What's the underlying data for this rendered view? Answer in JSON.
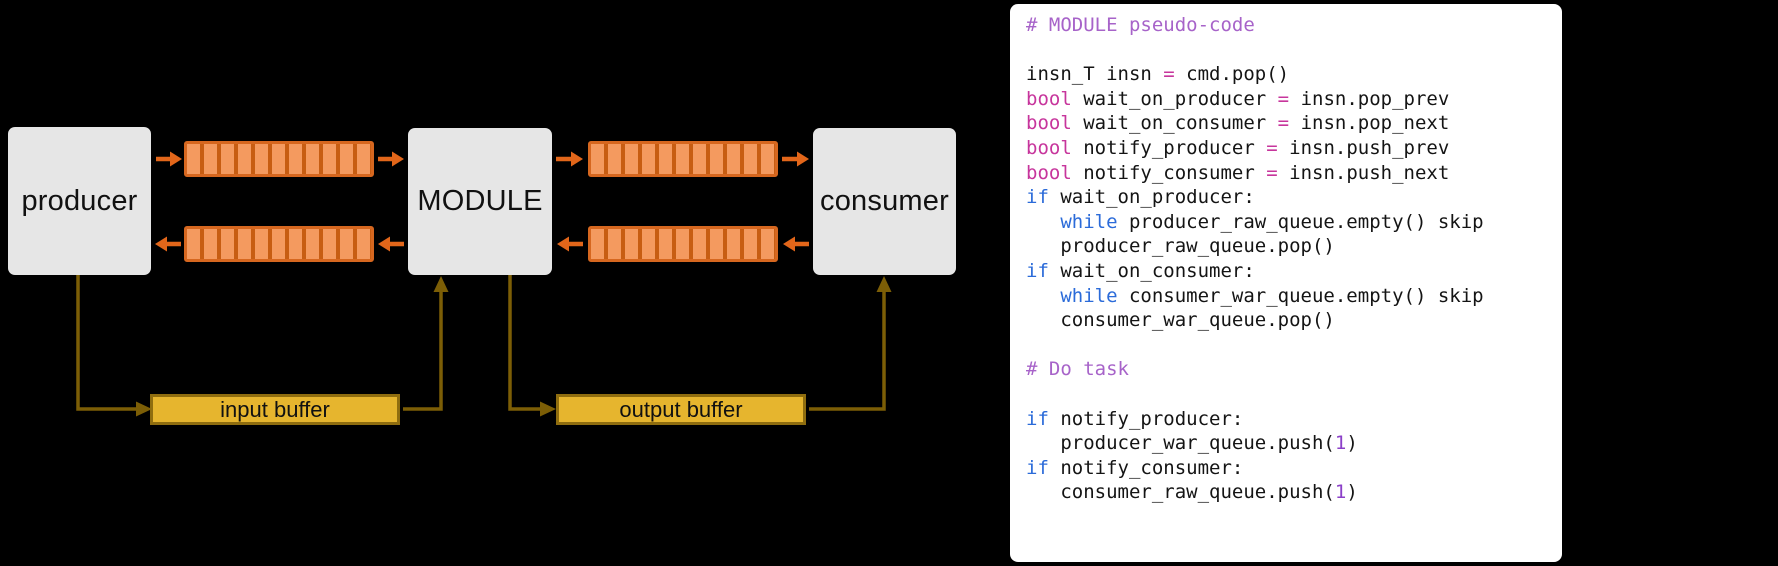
{
  "diagram": {
    "nodes": {
      "producer": "producer",
      "module": "MODULE",
      "consumer": "consumer"
    },
    "buffers": {
      "input": "input buffer",
      "output": "output buffer"
    },
    "queues": [
      {
        "name": "producer-to-module-queue",
        "direction": "right"
      },
      {
        "name": "module-to-producer-queue",
        "direction": "left"
      },
      {
        "name": "module-to-consumer-queue",
        "direction": "right"
      },
      {
        "name": "consumer-to-module-queue",
        "direction": "left"
      }
    ],
    "colors": {
      "node_fill": "#E6E6E6",
      "queue_fill": "#F49A5F",
      "queue_stripe": "#C75D12",
      "queue_border": "#D6671F",
      "arrow_orange": "#E2661A",
      "buffer_fill": "#E6B52E",
      "buffer_border": "#8F6D0F",
      "buffer_path": "#7C5E06"
    }
  },
  "code_panel": {
    "colors": {
      "comment": "#A763C9",
      "keyword": "#2B6BD9",
      "decl": "#C7359C",
      "number": "#8B3FC8",
      "plain": "#141414"
    },
    "lines": [
      [
        {
          "t": "# MODULE pseudo-code",
          "c": "comment"
        }
      ],
      [],
      [
        {
          "t": "insn_T insn ",
          "c": "plain"
        },
        {
          "t": "=",
          "c": "decl"
        },
        {
          "t": " cmd.pop()",
          "c": "plain"
        }
      ],
      [
        {
          "t": "bool",
          "c": "decl"
        },
        {
          "t": " wait_on_producer ",
          "c": "plain"
        },
        {
          "t": "=",
          "c": "decl"
        },
        {
          "t": " insn.pop_prev",
          "c": "plain"
        }
      ],
      [
        {
          "t": "bool",
          "c": "decl"
        },
        {
          "t": " wait_on_consumer ",
          "c": "plain"
        },
        {
          "t": "=",
          "c": "decl"
        },
        {
          "t": " insn.pop_next",
          "c": "plain"
        }
      ],
      [
        {
          "t": "bool",
          "c": "decl"
        },
        {
          "t": " notify_producer ",
          "c": "plain"
        },
        {
          "t": "=",
          "c": "decl"
        },
        {
          "t": " insn.push_prev",
          "c": "plain"
        }
      ],
      [
        {
          "t": "bool",
          "c": "decl"
        },
        {
          "t": " notify_consumer ",
          "c": "plain"
        },
        {
          "t": "=",
          "c": "decl"
        },
        {
          "t": " insn.push_next",
          "c": "plain"
        }
      ],
      [
        {
          "t": "if",
          "c": "keyword"
        },
        {
          "t": " wait_on_producer:",
          "c": "plain"
        }
      ],
      [
        {
          "t": "   ",
          "c": "plain"
        },
        {
          "t": "while",
          "c": "keyword"
        },
        {
          "t": " producer_raw_queue.empty() skip",
          "c": "plain"
        }
      ],
      [
        {
          "t": "   producer_raw_queue.pop()",
          "c": "plain"
        }
      ],
      [
        {
          "t": "if",
          "c": "keyword"
        },
        {
          "t": " wait_on_consumer:",
          "c": "plain"
        }
      ],
      [
        {
          "t": "   ",
          "c": "plain"
        },
        {
          "t": "while",
          "c": "keyword"
        },
        {
          "t": " consumer_war_queue.empty() skip",
          "c": "plain"
        }
      ],
      [
        {
          "t": "   consumer_war_queue.pop()",
          "c": "plain"
        }
      ],
      [],
      [
        {
          "t": "# Do task",
          "c": "comment"
        }
      ],
      [],
      [
        {
          "t": "if",
          "c": "keyword"
        },
        {
          "t": " notify_producer:",
          "c": "plain"
        }
      ],
      [
        {
          "t": "   producer_war_queue.push(",
          "c": "plain"
        },
        {
          "t": "1",
          "c": "number"
        },
        {
          "t": ")",
          "c": "plain"
        }
      ],
      [
        {
          "t": "if",
          "c": "keyword"
        },
        {
          "t": " notify_consumer:",
          "c": "plain"
        }
      ],
      [
        {
          "t": "   consumer_raw_queue.push(",
          "c": "plain"
        },
        {
          "t": "1",
          "c": "number"
        },
        {
          "t": ")",
          "c": "plain"
        }
      ]
    ]
  }
}
